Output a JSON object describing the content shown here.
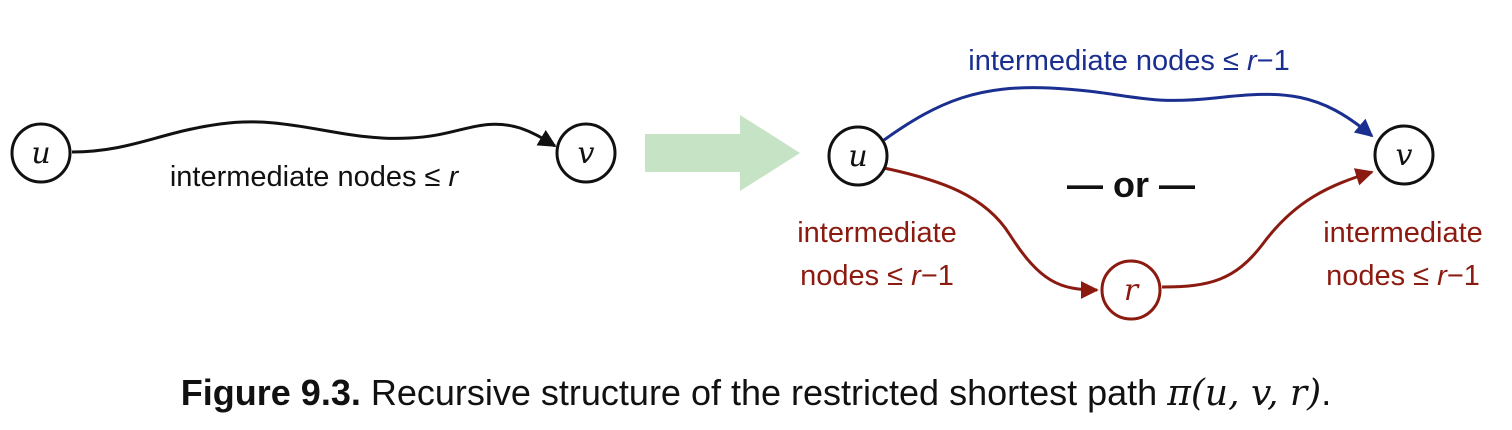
{
  "colors": {
    "black": "#111111",
    "blue": "#1a2f8f",
    "red": "#8b1a10",
    "arrow_green": "#c6e3c6"
  },
  "left": {
    "node_u": "u",
    "node_v": "v",
    "edge_label_prefix": "intermediate nodes ≤ ",
    "edge_label_var": "r"
  },
  "right": {
    "node_u": "u",
    "node_v": "v",
    "node_r": "r",
    "top_label_prefix": "intermediate nodes ≤ ",
    "top_label_var": "r",
    "top_label_suffix": "−1",
    "or_label": "— or —",
    "left_label_line1": "intermediate",
    "left_label_line2_prefix": "nodes ≤ ",
    "left_label_line2_var": "r",
    "left_label_line2_suffix": "−1",
    "right_label_line1": "intermediate",
    "right_label_line2_prefix": "nodes ≤ ",
    "right_label_line2_var": "r",
    "right_label_line2_suffix": "−1"
  },
  "caption": {
    "figure_label": "Figure 9.3.",
    "text": " Recursive structure of the restricted shortest path ",
    "math": "π(u, v, r)",
    "end": "."
  }
}
